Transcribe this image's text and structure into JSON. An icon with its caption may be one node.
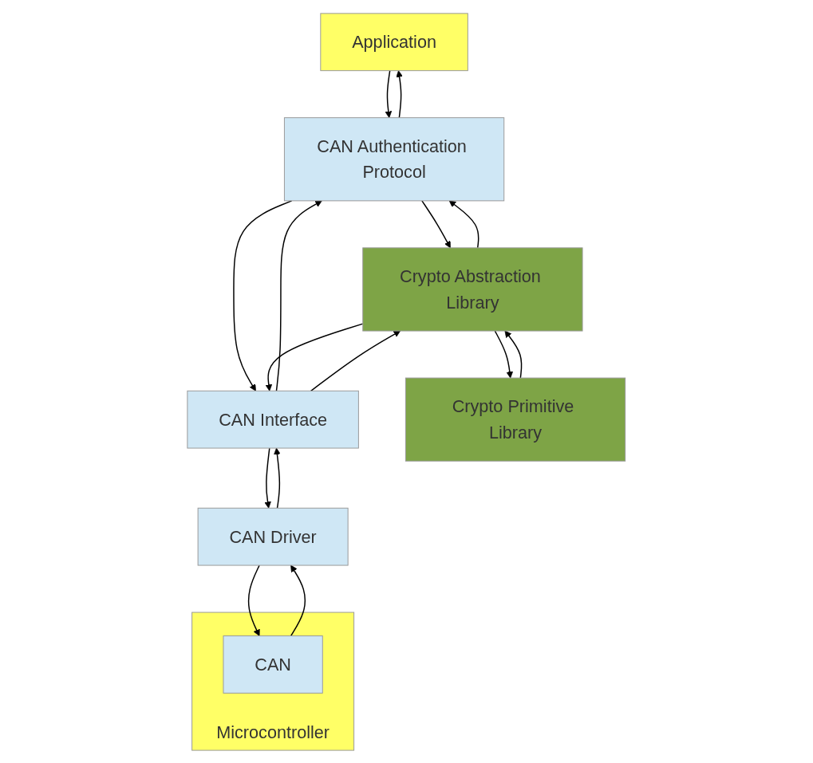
{
  "diagram": {
    "nodes": [
      {
        "text": [
          "Application"
        ]
      },
      {
        "text": [
          "CAN Authentication Protocol"
        ]
      },
      {
        "text": [
          "Crypto Abstraction Library"
        ]
      },
      {
        "text": [
          "CAN Interface"
        ]
      },
      {
        "text": [
          "Crypto Primitive Library"
        ]
      },
      {
        "text": [
          "CAN Driver"
        ]
      },
      {
        "text": [
          "Microcontroller"
        ]
      },
      {
        "text": [
          "CAN"
        ],
        "in": 6
      }
    ],
    "edges": [
      {
        "from": 1,
        "to": 0,
        "arrow": "to"
      },
      {
        "from": 0,
        "to": 1,
        "arrow": "to"
      },
      {
        "from": 2,
        "to": 1,
        "arrow": "to"
      },
      {
        "from": 1,
        "to": 2,
        "arrow": "to"
      },
      {
        "from": 3,
        "to": 1,
        "arrow": "to"
      },
      {
        "from": 1,
        "to": 3,
        "arrow": "to"
      },
      {
        "from": 3,
        "to": 2,
        "arrow": "to"
      },
      {
        "from": 2,
        "to": 3,
        "arrow": "to"
      },
      {
        "from": 4,
        "to": 2,
        "arrow": "to"
      },
      {
        "from": 2,
        "to": 4,
        "arrow": "to"
      },
      {
        "from": 5,
        "to": 3,
        "arrow": "to"
      },
      {
        "from": 3,
        "to": 5,
        "arrow": "to"
      },
      {
        "from": 7,
        "to": 5,
        "arrow": "to"
      },
      {
        "from": 5,
        "to": 7,
        "arrow": "to"
      }
    ]
  }
}
